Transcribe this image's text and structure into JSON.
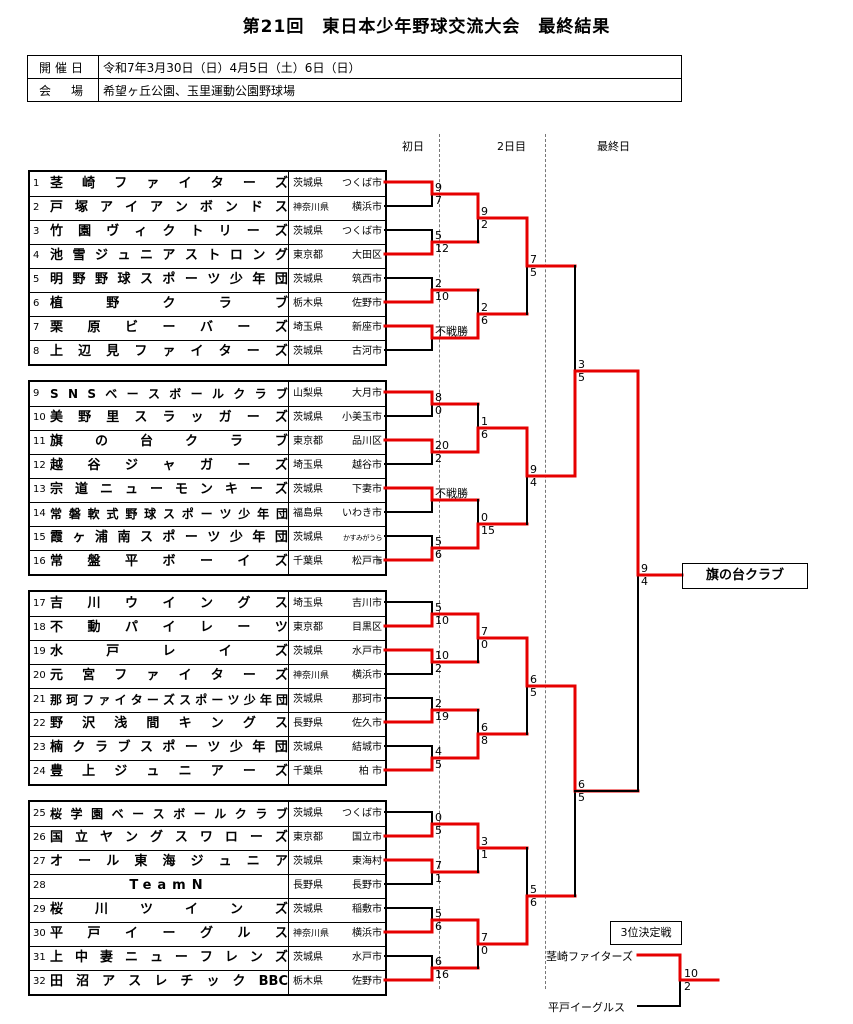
{
  "title": "第21回　東日本少年野球交流大会　最終結果",
  "info": [
    {
      "label": "開催日",
      "value": "令和7年3月30日（日）4月5日（土）6日（日）"
    },
    {
      "label": "会　場",
      "value": "希望ヶ丘公園、玉里運動公園野球場"
    }
  ],
  "day_headers": [
    "初日",
    "2日目",
    "最終日"
  ],
  "teams": [
    {
      "no": "1",
      "name": "茎崎ファイターズ",
      "pref": "茨城県",
      "city": "つくば市"
    },
    {
      "no": "2",
      "name": "戸塚アイアンボンドス",
      "pref": "神奈川県",
      "city": "横浜市"
    },
    {
      "no": "3",
      "name": "竹園ヴィクトリーズ",
      "pref": "茨城県",
      "city": "つくば市"
    },
    {
      "no": "4",
      "name": "池雪ジュニアストロング",
      "pref": "東京都",
      "city": "大田区"
    },
    {
      "no": "5",
      "name": "明野野球スポーツ少年団",
      "pref": "茨城県",
      "city": "筑西市"
    },
    {
      "no": "6",
      "name": "植野クラブ",
      "pref": "栃木県",
      "city": "佐野市"
    },
    {
      "no": "7",
      "name": "栗原ビーバーズ",
      "pref": "埼玉県",
      "city": "新座市"
    },
    {
      "no": "8",
      "name": "上辺見ファイターズ",
      "pref": "茨城県",
      "city": "古河市"
    },
    {
      "no": "9",
      "name": "SNSベースボールクラブ",
      "pref": "山梨県",
      "city": "大月市"
    },
    {
      "no": "10",
      "name": "美野里スラッガーズ",
      "pref": "茨城県",
      "city": "小美玉市"
    },
    {
      "no": "11",
      "name": "旗の台クラブ",
      "pref": "東京都",
      "city": "品川区"
    },
    {
      "no": "12",
      "name": "越谷ジャガーズ",
      "pref": "埼玉県",
      "city": "越谷市"
    },
    {
      "no": "13",
      "name": "宗道ニューモンキーズ",
      "pref": "茨城県",
      "city": "下妻市"
    },
    {
      "no": "14",
      "name": "常磐軟式野球スポーツ少年団",
      "pref": "福島県",
      "city": "いわき市"
    },
    {
      "no": "15",
      "name": "霞ヶ浦南スポーツ少年団",
      "pref": "茨城県",
      "city": "かすみがうら市"
    },
    {
      "no": "16",
      "name": "常盤平ボーイズ",
      "pref": "千葉県",
      "city": "松戸市"
    },
    {
      "no": "17",
      "name": "吉川ウイングス",
      "pref": "埼玉県",
      "city": "吉川市"
    },
    {
      "no": "18",
      "name": "不動パイレーツ",
      "pref": "東京都",
      "city": "目黒区"
    },
    {
      "no": "19",
      "name": "水戸レイズ",
      "pref": "茨城県",
      "city": "水戸市"
    },
    {
      "no": "20",
      "name": "元宮ファイターズ",
      "pref": "神奈川県",
      "city": "横浜市"
    },
    {
      "no": "21",
      "name": "那珂ファイターズスポーツ少年団",
      "pref": "茨城県",
      "city": "那珂市"
    },
    {
      "no": "22",
      "name": "野沢浅間キングス",
      "pref": "長野県",
      "city": "佐久市"
    },
    {
      "no": "23",
      "name": "楠クラブスポーツ少年団",
      "pref": "茨城県",
      "city": "結城市"
    },
    {
      "no": "24",
      "name": "豊上ジュニアーズ",
      "pref": "千葉県",
      "city": "柏 市"
    },
    {
      "no": "25",
      "name": "桜学園ベースボールクラブ",
      "pref": "茨城県",
      "city": "つくば市"
    },
    {
      "no": "26",
      "name": "国立ヤングスワローズ",
      "pref": "東京都",
      "city": "国立市"
    },
    {
      "no": "27",
      "name": "オール東海ジュニア",
      "pref": "茨城県",
      "city": "東海村"
    },
    {
      "no": "28",
      "name": "TeamN",
      "pref": "長野県",
      "city": "長野市"
    },
    {
      "no": "29",
      "name": "桜川ツインズ",
      "pref": "茨城県",
      "city": "稲敷市"
    },
    {
      "no": "30",
      "name": "平戸イーグルス",
      "pref": "神奈川県",
      "city": "横浜市"
    },
    {
      "no": "31",
      "name": "上中妻ニューフレンズ",
      "pref": "茨城県",
      "city": "水戸市"
    },
    {
      "no": "32",
      "name": "田沼アスレチックBBC",
      "pref": "栃木県",
      "city": "佐野市"
    }
  ],
  "scores": {
    "r1": [
      [
        "9",
        "7"
      ],
      [
        "5",
        "12"
      ],
      [
        "2",
        "10"
      ],
      [
        "不戦勝",
        ""
      ],
      [
        "8",
        "0"
      ],
      [
        "20",
        "2"
      ],
      [
        "不戦勝",
        ""
      ],
      [
        "5",
        "6"
      ],
      [
        "5",
        "10"
      ],
      [
        "10",
        "2"
      ],
      [
        "2",
        "19"
      ],
      [
        "4",
        "5"
      ],
      [
        "0",
        "5"
      ],
      [
        "7",
        "1"
      ],
      [
        "5",
        "6"
      ],
      [
        "6",
        "16"
      ]
    ],
    "r2": [
      [
        "9",
        "2"
      ],
      [
        "2",
        "6"
      ],
      [
        "1",
        "6"
      ],
      [
        "0",
        "15"
      ],
      [
        "7",
        "0"
      ],
      [
        "6",
        "8"
      ],
      [
        "3",
        "1"
      ],
      [
        "7",
        "0"
      ]
    ],
    "r3": [
      [
        "7",
        "5"
      ],
      [
        "9",
        "4"
      ],
      [
        "6",
        "5"
      ],
      [
        "5",
        "6"
      ]
    ],
    "r4": [
      [
        "3",
        "5"
      ],
      [
        "6",
        "5"
      ]
    ],
    "final": [
      "9",
      "4"
    ]
  },
  "champion": "旗の台クラブ",
  "third_place": {
    "label": "3位決定戦",
    "team_a": "茎崎ファイターズ",
    "team_b": "平戸イーグルス",
    "score": [
      "10",
      "2"
    ]
  },
  "colors": {
    "win": "#e60000",
    "line": "#000000"
  }
}
